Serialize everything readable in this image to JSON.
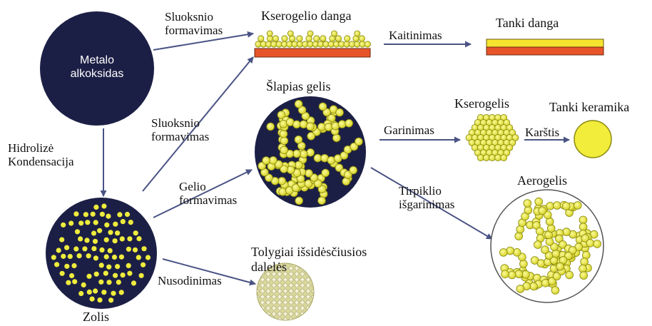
{
  "nodes": {
    "metal_alkoxide": "Metalo\nalkoksidas",
    "sol": "Zolis",
    "xerogel_film": "Kserogelio danga",
    "dense_film": "Tanki danga",
    "wet_gel": "Šlapias gelis",
    "xerogel": "Kserogelis",
    "dense_ceramic": "Tanki keramika",
    "aerogel": "Aerogelis",
    "uniform_particles": "Tolygiai išsidėsčiusios\ndalelės"
  },
  "processes": {
    "hydrolysis": "Hidrolizė\nKondensacija",
    "coating_top": "Sluoksnio\nformavimas",
    "coating_mid": "Sluoksnio\nformavimas",
    "gelation": "Gelio\nformavimas",
    "heating": "Kaitinimas",
    "evaporation": "Garinimas",
    "heat": "Karštis",
    "solvent_extraction": "Tirpiklio\nišgarinimas",
    "precipitation": "Nusodinimas"
  },
  "colors": {
    "dark_navy": "#1c1f45",
    "particle_yellow": "#eeec3d",
    "particle_outline": "#8a8a10",
    "arrow": "#4a5384",
    "substrate_red": "#e8542a",
    "coating_yellow": "#f5e531"
  }
}
